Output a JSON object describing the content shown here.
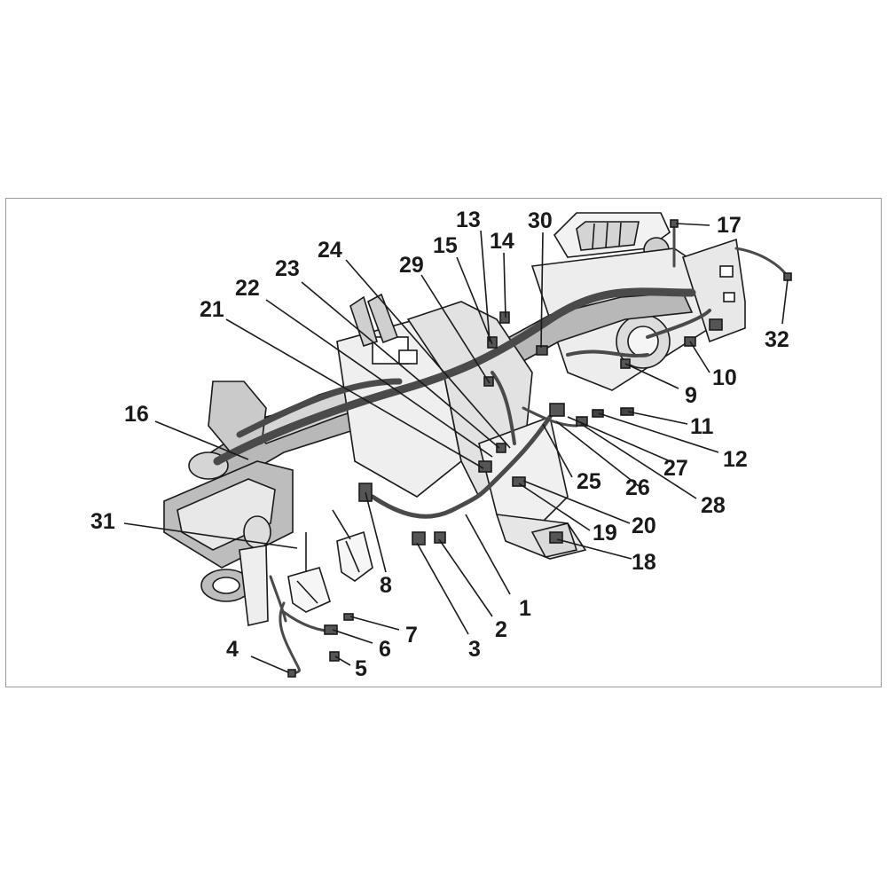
{
  "figure": {
    "colors": {
      "frame": "#9a9a9a",
      "outline": "#1a1a1a",
      "harness_dark": "#4a4a4a",
      "harness_light": "#8a8a8a",
      "panel_fill": "#e6e6e6",
      "panel_fill_dark": "#bdbdbd",
      "background": "#ffffff"
    },
    "callouts": [
      {
        "id": "1",
        "label": "1"
      },
      {
        "id": "2",
        "label": "2"
      },
      {
        "id": "3",
        "label": "3"
      },
      {
        "id": "4",
        "label": "4"
      },
      {
        "id": "5",
        "label": "5"
      },
      {
        "id": "6",
        "label": "6"
      },
      {
        "id": "7",
        "label": "7"
      },
      {
        "id": "8",
        "label": "8"
      },
      {
        "id": "9",
        "label": "9"
      },
      {
        "id": "10",
        "label": "10"
      },
      {
        "id": "11",
        "label": "11"
      },
      {
        "id": "12",
        "label": "12"
      },
      {
        "id": "13",
        "label": "13"
      },
      {
        "id": "14",
        "label": "14"
      },
      {
        "id": "15",
        "label": "15"
      },
      {
        "id": "16",
        "label": "16"
      },
      {
        "id": "17",
        "label": "17"
      },
      {
        "id": "18",
        "label": "18"
      },
      {
        "id": "19",
        "label": "19"
      },
      {
        "id": "20",
        "label": "20"
      },
      {
        "id": "21",
        "label": "21"
      },
      {
        "id": "22",
        "label": "22"
      },
      {
        "id": "23",
        "label": "23"
      },
      {
        "id": "24",
        "label": "24"
      },
      {
        "id": "25",
        "label": "25"
      },
      {
        "id": "26",
        "label": "26"
      },
      {
        "id": "27",
        "label": "27"
      },
      {
        "id": "28",
        "label": "28"
      },
      {
        "id": "29",
        "label": "29"
      },
      {
        "id": "30",
        "label": "30"
      },
      {
        "id": "31",
        "label": "31"
      },
      {
        "id": "32",
        "label": "32"
      }
    ]
  }
}
